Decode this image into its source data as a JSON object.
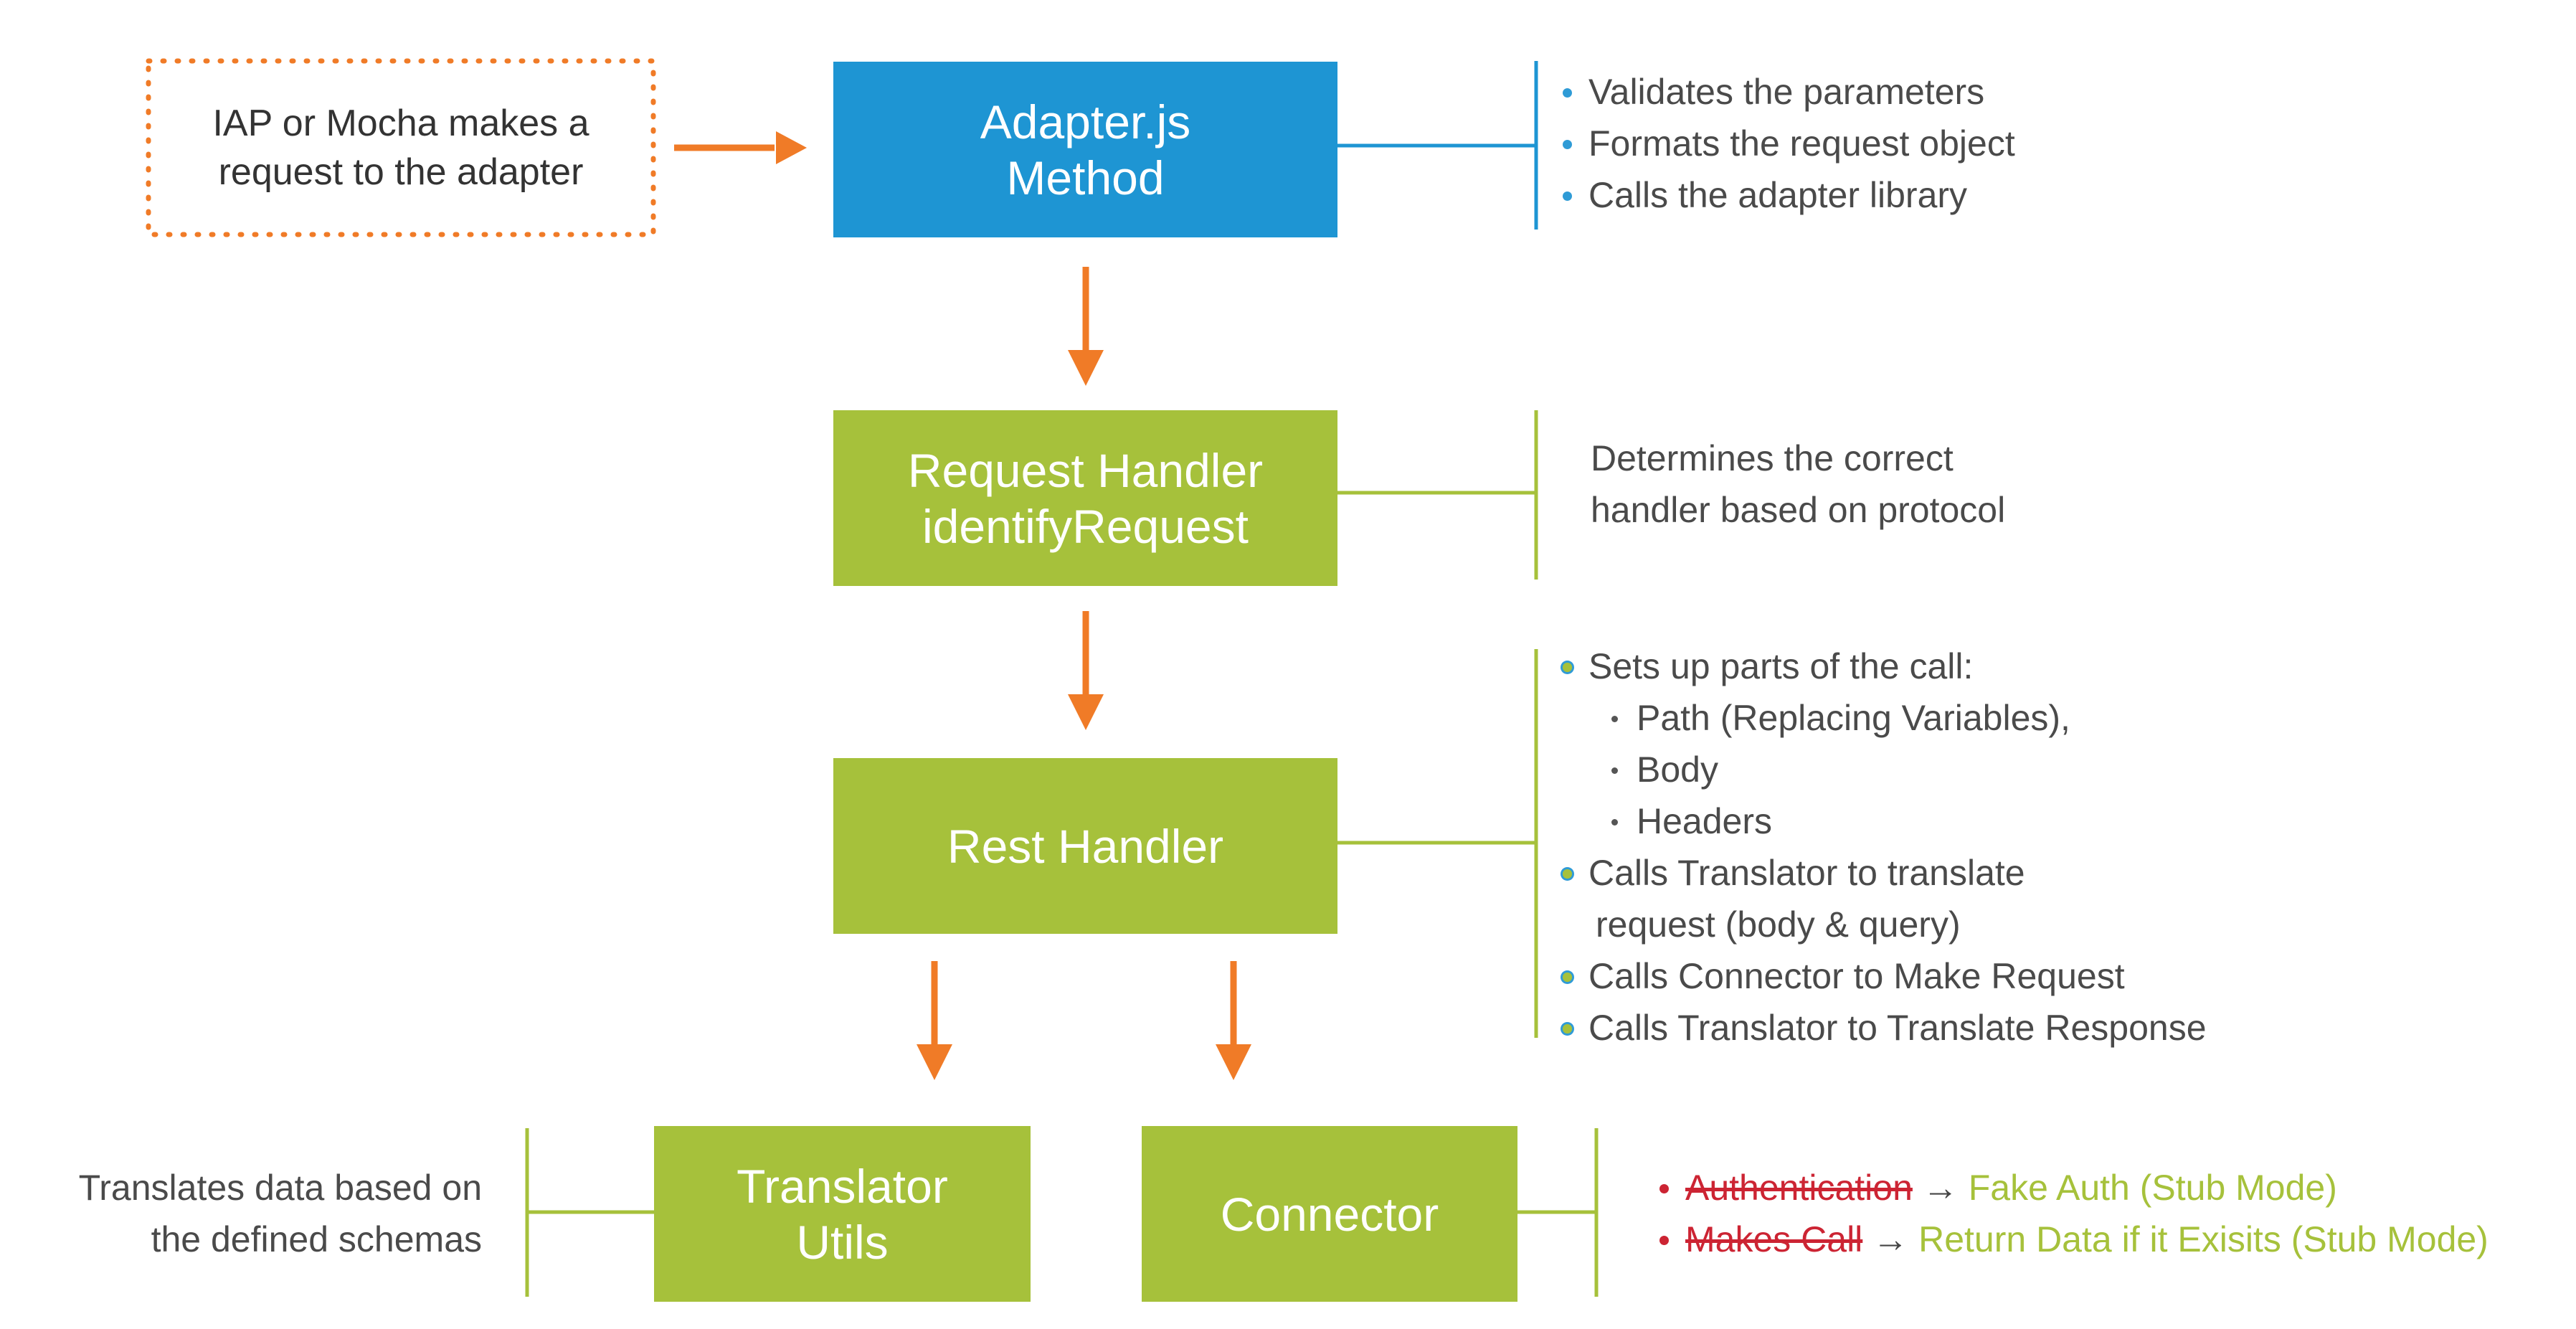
{
  "start_box": {
    "line1": "IAP or Mocha makes a",
    "line2": "request to the adapter"
  },
  "nodes": {
    "adapter": {
      "line1": "Adapter.js",
      "line2": "Method"
    },
    "request_handler": {
      "line1": "Request Handler",
      "line2": "identifyRequest"
    },
    "rest_handler": {
      "line1": "Rest Handler"
    },
    "translator": {
      "line1": "Translator",
      "line2": "Utils"
    },
    "connector": {
      "line1": "Connector"
    }
  },
  "notes": {
    "adapter": [
      "Validates the parameters",
      "Formats the request object",
      "Calls the adapter library"
    ],
    "request_handler": {
      "line1": "Determines the correct",
      "line2": "handler based on protocol"
    },
    "rest_handler": {
      "item1": "Sets up parts of the call:",
      "sub1": "Path (Replacing Variables),",
      "sub2": "Body",
      "sub3": "Headers",
      "item2_line1": "Calls Translator to translate",
      "item2_line2": "request (body & query)",
      "item3": "Calls Connector to Make Request",
      "item4": "Calls Translator to Translate Response"
    },
    "translator": {
      "line1": "Translates data based on",
      "line2": "the defined schemas"
    },
    "connector": [
      {
        "struck": "Authentication",
        "arrow": "→",
        "replacement": "Fake Auth (Stub Mode)"
      },
      {
        "struck": "Makes Call",
        "arrow": "→",
        "replacement": "Return Data if it Exisits (Stub Mode)"
      }
    ]
  },
  "colors": {
    "blue": "#1e95d3",
    "green": "#a6c13b",
    "orange": "#f07b27",
    "red": "#cc2433",
    "text": "#4a4a4a"
  }
}
